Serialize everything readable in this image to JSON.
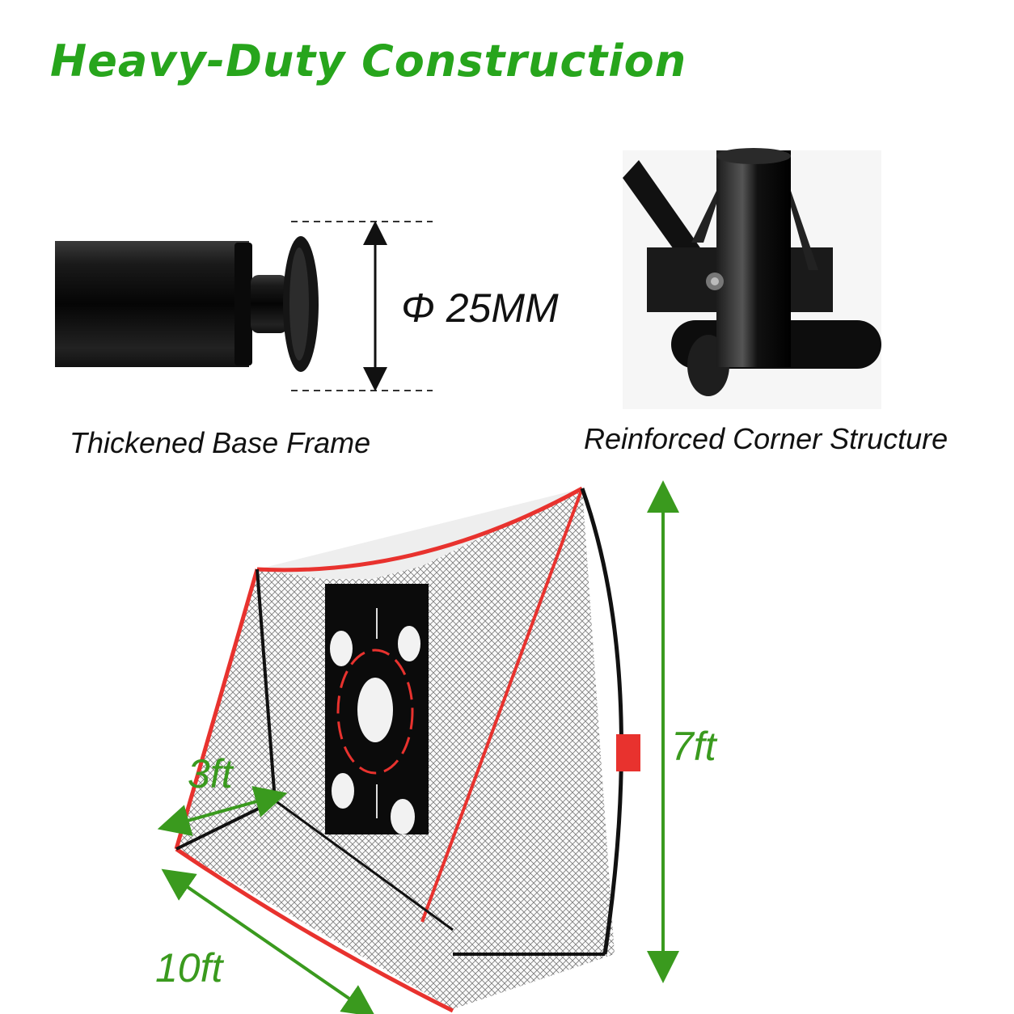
{
  "header": {
    "title": "Heavy-Duty Construction"
  },
  "features": {
    "base_frame": {
      "caption": "Thickened Base Frame",
      "diameter_label": "Φ 25MM"
    },
    "corner": {
      "caption": "Reinforced Corner Structure"
    }
  },
  "net": {
    "height_label": "7ft",
    "width_label": "10ft",
    "depth_label": "3ft"
  },
  "colors": {
    "accent_green": "#27a51c",
    "frame_black": "#111111",
    "edge_red": "#e8322e"
  }
}
